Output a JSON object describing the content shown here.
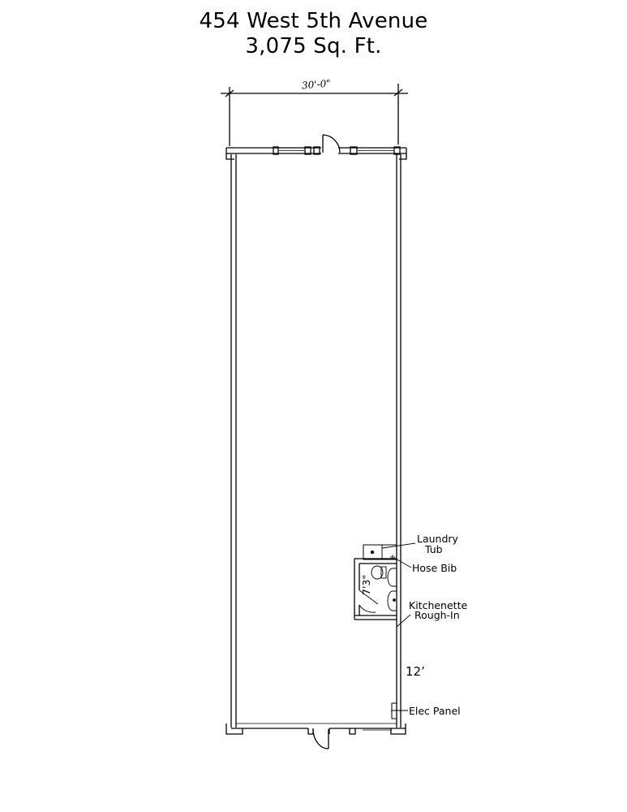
{
  "title": {
    "address": "454 West 5th Avenue",
    "area": "3,075 Sq. Ft."
  },
  "dimensions": {
    "width": "30'-0\"",
    "restroom_depth": "7'3\"",
    "panel_distance": "12’"
  },
  "labels": {
    "laundry_line1": "Laundry",
    "laundry_line2": "Tub",
    "hose_bib": "Hose Bib",
    "kitchenette_line1": "Kitchenette",
    "kitchenette_line2": "Rough-In",
    "elec_panel": "Elec Panel"
  }
}
